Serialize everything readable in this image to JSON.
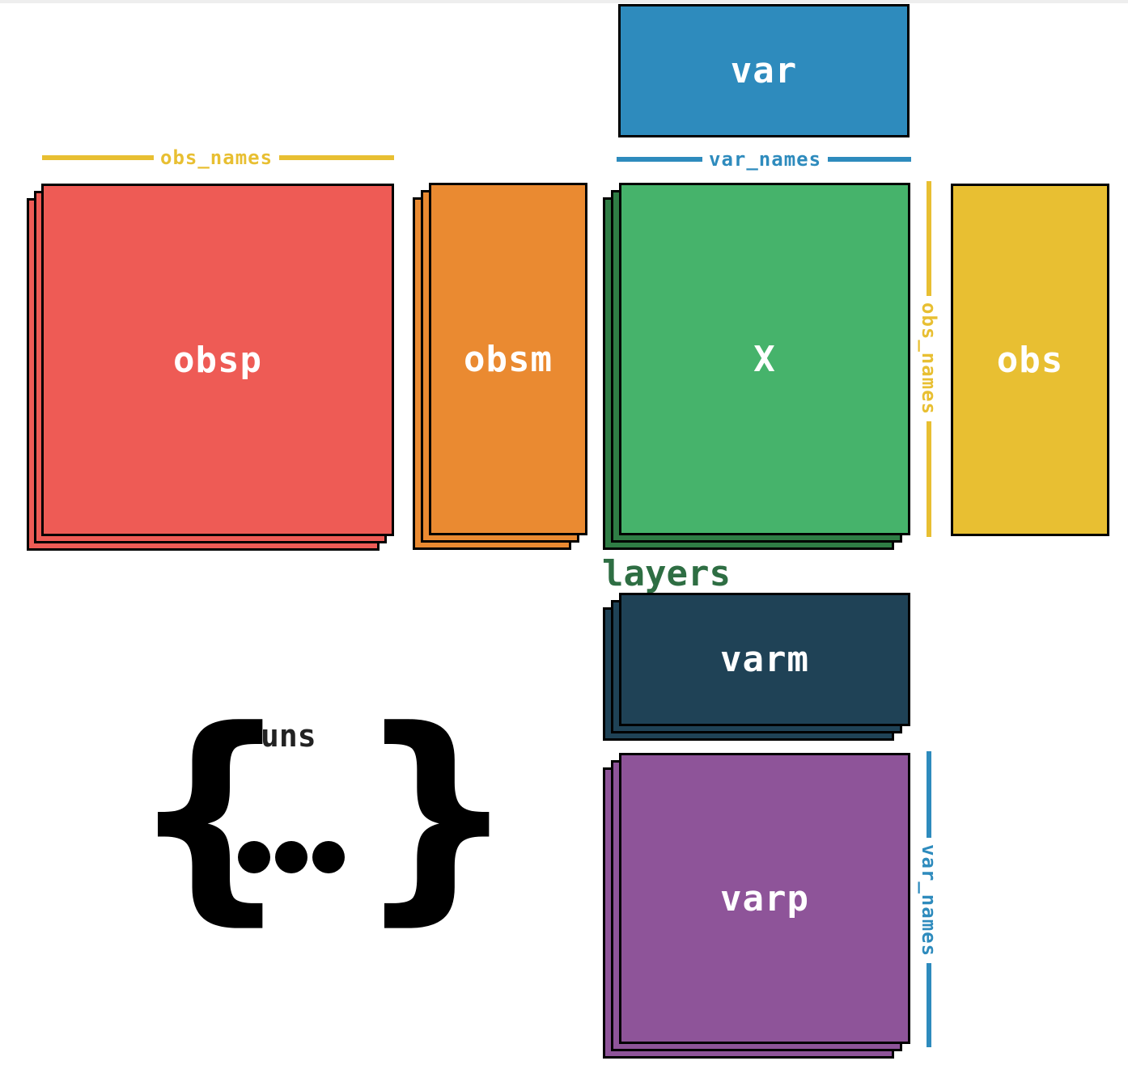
{
  "blocks": {
    "var": "var",
    "obsp": "obsp",
    "obsm": "obsm",
    "X": "X",
    "obs": "obs",
    "varm": "varm",
    "varp": "varp"
  },
  "tags": {
    "obs_names_top": "obs_names",
    "var_names_top": "var_names",
    "obs_names_side": "obs_names",
    "var_names_side": "var_names"
  },
  "layers_label": "layers",
  "uns": {
    "label": "uns",
    "open_brace": "{",
    "close_brace": "}"
  },
  "colors": {
    "var": "#2e8bbd",
    "obsp": "#ee5b55",
    "obsm": "#ea8a31",
    "X": "#46b36b",
    "X_back": "#2f7d45",
    "obs": "#e8bf32",
    "varm": "#1f4256",
    "varp": "#8e5499",
    "obs_names": "#e8bf32",
    "var_names": "#2e8bbd",
    "layers": "#2e6e43"
  }
}
